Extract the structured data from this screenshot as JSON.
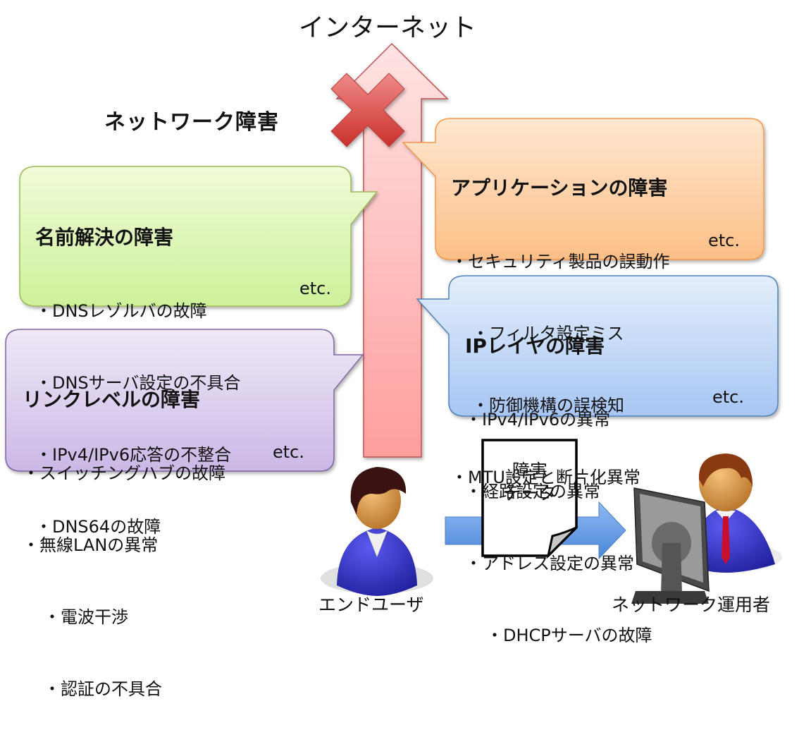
{
  "diagram": {
    "top_label": "インターネット",
    "network_failure_label": "ネットワーク障害",
    "colors": {
      "arrow_fill": "#ffc9c9",
      "arrow_stroke": "#c0504d",
      "cross": "#d9534f",
      "green_bubble": "#d6f5a8",
      "green_stroke": "#9bbb59",
      "purple_bubble": "#dcd0ee",
      "purple_stroke": "#8064a2",
      "orange_bubble": "#fdcfa0",
      "orange_stroke": "#f79646",
      "blue_bubble": "#c6dbf7",
      "blue_stroke": "#4f81bd",
      "flow_arrow": "#6fa3e8"
    },
    "bubbles": {
      "name_resolution": {
        "title": "名前解決の障害",
        "items": [
          {
            "text": "・DNSレゾルバの故障",
            "level": 1
          },
          {
            "text": "・DNSサーバ設定の不具合",
            "level": 1
          },
          {
            "text": "・IPv4/IPv6応答の不整合",
            "level": 1
          },
          {
            "text": "・DNS64の故障",
            "level": 1
          }
        ],
        "etc": "etc."
      },
      "link_level": {
        "title": "リンクレベルの障害",
        "items": [
          {
            "text": "・スイッチングハブの故障",
            "level": 1
          },
          {
            "text": "・無線LANの異常",
            "level": 1
          },
          {
            "text": "・電波干渉",
            "level": 2
          },
          {
            "text": "・認証の不具合",
            "level": 2
          }
        ],
        "etc": "etc."
      },
      "application": {
        "title": "アプリケーションの障害",
        "items": [
          {
            "text": "・セキュリティ製品の誤動作",
            "level": 1
          },
          {
            "text": "・フィルタ設定ミス",
            "level": 2
          },
          {
            "text": "・防御機構の誤検知",
            "level": 2
          },
          {
            "text": "・MTU設定と断片化異常",
            "level": 1
          }
        ],
        "etc": "etc."
      },
      "ip_layer": {
        "title": "IPレイヤの障害",
        "items": [
          {
            "text": "・IPv4/IPv6の異常",
            "level": 1
          },
          {
            "text": "・経路設定の異常",
            "level": 1
          },
          {
            "text": "・アドレス設定の異常",
            "level": 1
          },
          {
            "text": "・DHCPサーバの故障",
            "level": 2
          }
        ],
        "etc": "etc."
      }
    },
    "document": {
      "line1": "障害",
      "line2": "データ"
    },
    "actors": {
      "end_user": "エンドユーザ",
      "operator": "ネットワーク運用者"
    },
    "icons": {
      "cross": "cross-x-icon",
      "up_arrow": "up-arrow-icon",
      "right_arrow": "right-arrow-icon",
      "end_user": "user-avatar-icon",
      "operator": "operator-at-monitor-icon",
      "document": "document-icon"
    }
  }
}
